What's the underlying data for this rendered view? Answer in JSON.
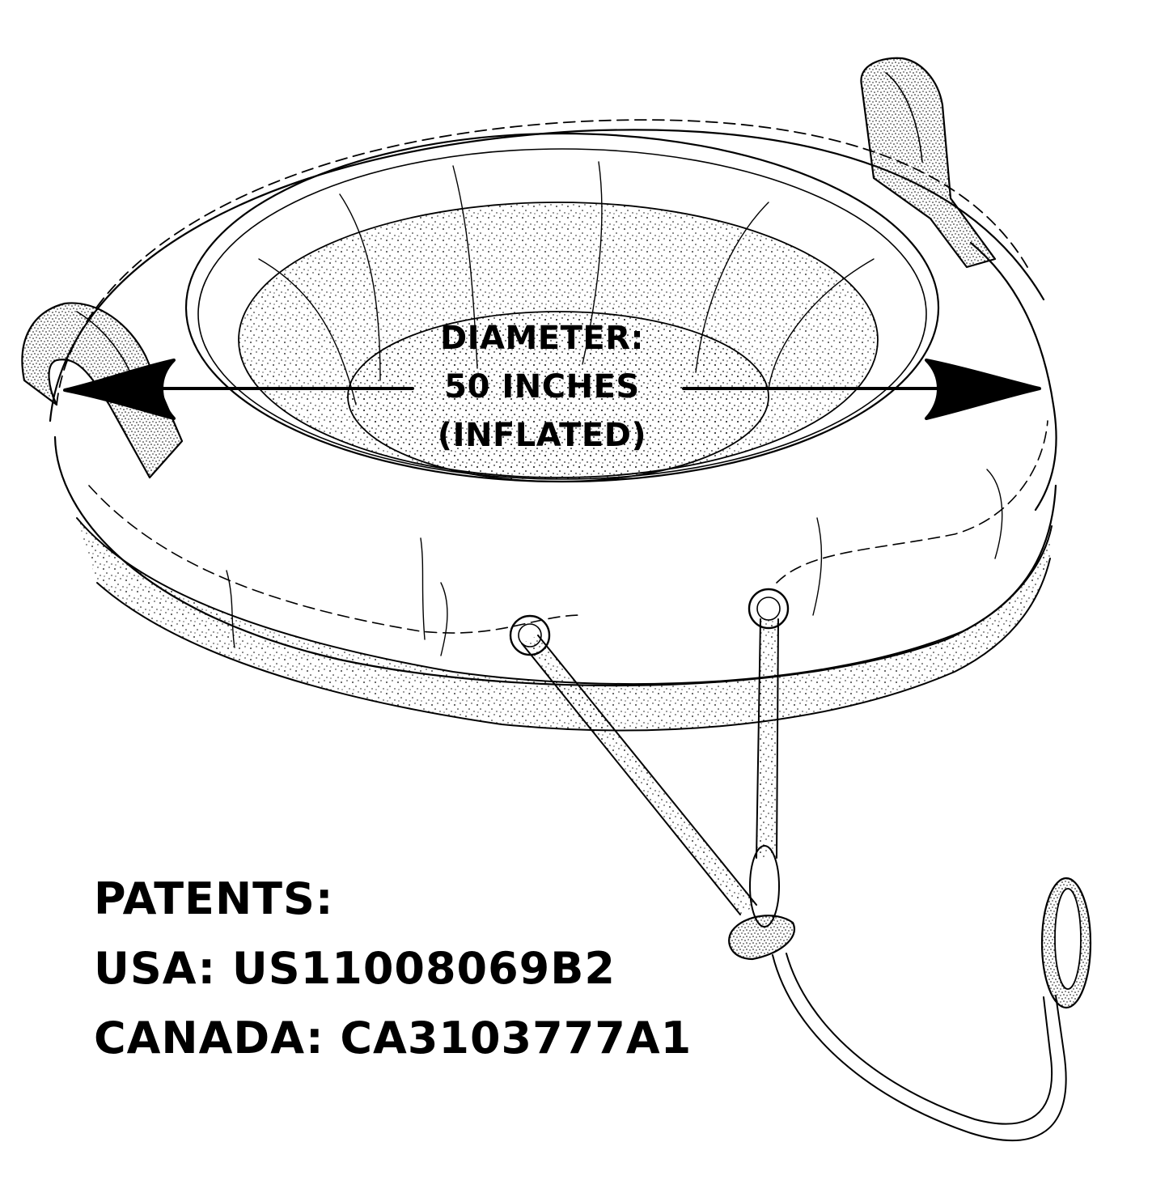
{
  "diameter": {
    "line1": "DIAMETER:",
    "line2": "50 INCHES",
    "line3": "(INFLATED)"
  },
  "patents": {
    "heading": "PATENTS:",
    "usa": "USA: US11008069B2",
    "canada": "CANADA: CA3103777A1"
  },
  "colors": {
    "ink": "#000000",
    "paper": "#ffffff"
  }
}
